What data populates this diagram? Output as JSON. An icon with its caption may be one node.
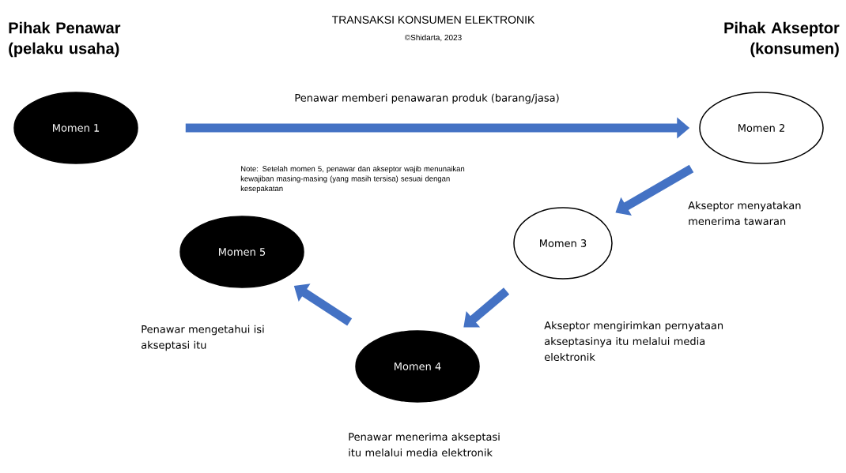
{
  "diagram": {
    "title": "TRANSAKSI KONSUMEN ELEKTRONIK",
    "nodes": [
      {
        "text": [
          "Momen 1"
        ]
      },
      {
        "text": [
          "Momen 2"
        ]
      },
      {
        "text": [
          "Momen 3"
        ]
      },
      {
        "text": [
          "Momen 4"
        ],
        "beside": [
          "Penawar menerima akseptasi itu melalui media elektronik"
        ]
      },
      {
        "text": [
          "Momen 5"
        ]
      }
    ],
    "edges": [
      {
        "from": 0,
        "to": 1,
        "arrow": "to",
        "label": "Penawar memberi penawaran produk (barang/jasa)"
      },
      {
        "from": 1,
        "to": 2,
        "arrow": "to",
        "label": "Akseptor menyatakan menerima tawaran"
      },
      {
        "from": 2,
        "to": 3,
        "arrow": "to",
        "label": "Akseptor mengirimkan pernyataan akseptasinya itu melalui media elektronik"
      },
      {
        "from": 3,
        "to": 4,
        "arrow": "to",
        "label": "Penawar mengetahui isi akseptasi itu"
      }
    ],
    "labels": [
      "Pihak Penawar (pelaku usaha)",
      "©Shidarta, 2023",
      "Pihak Akseptor (konsumen)",
      "Note: Setelah momen 5, penawar dan akseptor wajib menunaikan kewajiban masing-masing (yang masih tersisa) sesuai dengan kesepakatan"
    ]
  }
}
